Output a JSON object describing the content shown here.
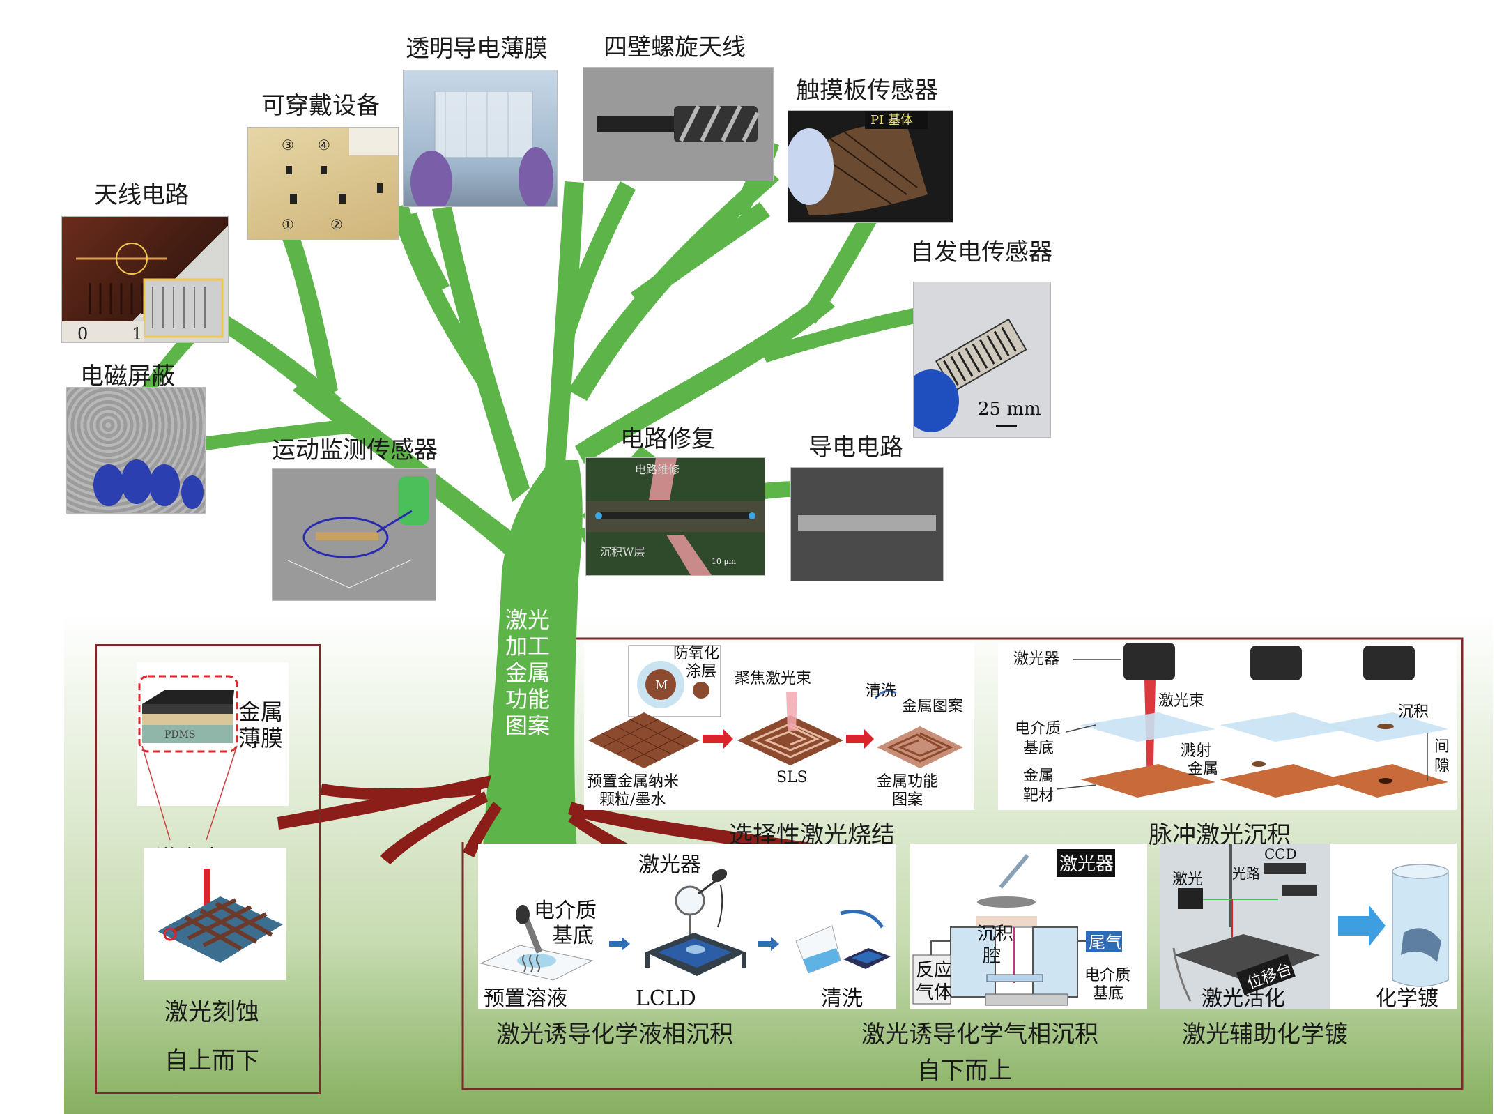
{
  "applications": {
    "antenna_circuit": "天线电路",
    "wearable": "可穿戴设备",
    "transparent_film": "透明导电薄膜",
    "helix_antenna": "四壁螺旋天线",
    "touch_sensor": "触摸板传感器",
    "self_powered_sensor": "自发电传感器",
    "emi_shielding": "电磁屏蔽",
    "motion_sensor": "运动监测传感器",
    "circuit_repair": "电路修复",
    "conductive_circuit": "导电电路"
  },
  "photo_text": {
    "wearable_marks": [
      "③",
      "④",
      "①",
      "②"
    ],
    "touch_pi": "PI 基体",
    "scale_25mm": "25 mm",
    "repair_top": "电路维修",
    "repair_layer": "沉积W层",
    "repair_scale": "10 μm",
    "ruler_0": "0",
    "ruler_1": "1"
  },
  "trunk_label": [
    "激光",
    "加工",
    "金属",
    "功能",
    "图案"
  ],
  "top_down": {
    "metal_film": [
      "金属",
      "薄膜"
    ],
    "pdms": "PDMS",
    "laser_beam": "激光束",
    "method": "激光刻蚀",
    "category": "自上而下"
  },
  "sls": {
    "title": "选择性激光烧结",
    "anti_oxidation": [
      "防氧化",
      "涂层"
    ],
    "particle_m": "M",
    "focused_beam": "聚焦激光束",
    "wash": "清洗",
    "metal_pattern": "金属图案",
    "preset": [
      "预置金属纳米",
      "颗粒/墨水"
    ],
    "sls_label": "SLS",
    "functional_pattern": [
      "金属功能",
      "图案"
    ]
  },
  "pld": {
    "title": "脉冲激光沉积",
    "laser": "激光器",
    "beam": "激光束",
    "dielectric": [
      "电介质",
      "基底"
    ],
    "target": [
      "金属",
      "靶材"
    ],
    "sputter": [
      "溅射",
      "金属"
    ],
    "deposit": "沉积",
    "gap": [
      "间",
      "隙"
    ]
  },
  "lcld": {
    "title": "激光诱导化学液相沉积",
    "laser": "激光器",
    "dielectric": [
      "电介质",
      "基底"
    ],
    "solution": "预置溶液",
    "device": "LCLD",
    "wash": "清洗"
  },
  "lcvd": {
    "title": "激光诱导化学气相沉积",
    "laser": "激光器",
    "chamber": [
      "沉积",
      "腔"
    ],
    "exhaust": "尾气",
    "reactant": [
      "反应",
      "气体"
    ],
    "dielectric": [
      "电介质",
      "基底"
    ]
  },
  "lap": {
    "title": "激光辅助化学镀",
    "ccd": "CCD",
    "laser": "激光",
    "path": "光路",
    "stage": "位移台",
    "activation": "激光活化",
    "plating": "化学镀"
  },
  "bottom_up_category": "自下而上",
  "colors": {
    "tree_green": "#5db54a",
    "root_red": "#8c1e1a",
    "frame_red": "#7a2a28",
    "laser_red": "#d8242a",
    "copper": "#b8633e",
    "blue_arrow": "#3d8fd6"
  }
}
